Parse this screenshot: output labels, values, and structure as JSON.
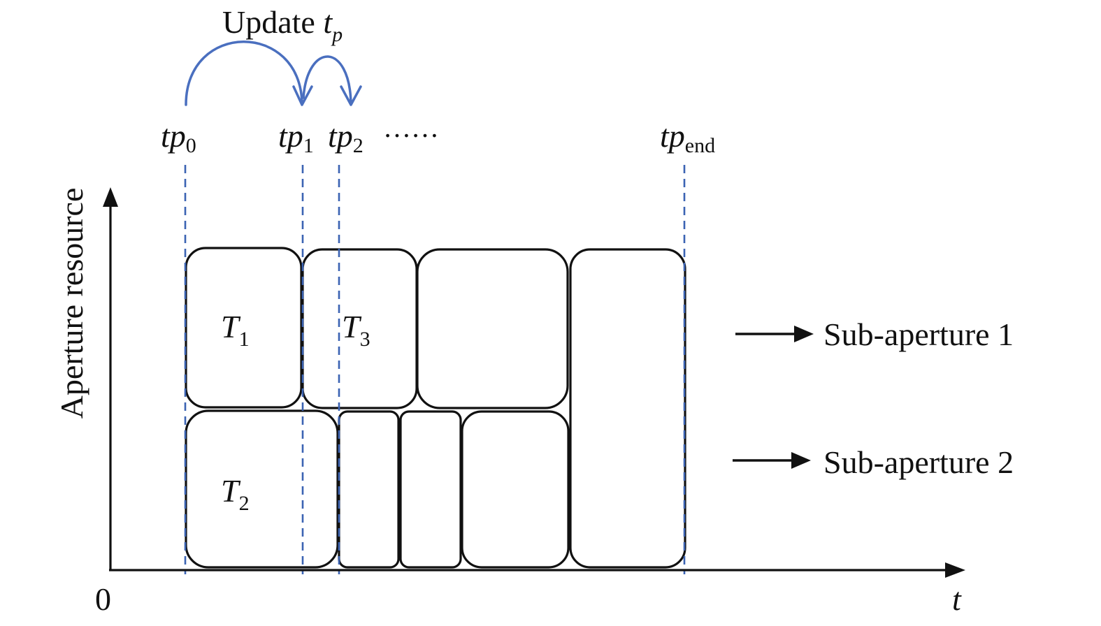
{
  "update_label": {
    "text": "Update ",
    "var": "t",
    "sub": "p"
  },
  "markers": [
    {
      "id": "tp0",
      "base": "tp",
      "sub": "0"
    },
    {
      "id": "tp1",
      "base": "tp",
      "sub": "1"
    },
    {
      "id": "tp2",
      "base": "tp",
      "sub": "2"
    },
    {
      "id": "tpend",
      "base": "tp",
      "sub": "end"
    }
  ],
  "ellipsis": "……",
  "y_axis_label": "Aperture resource",
  "x_axis_label": "t",
  "origin_label": "0",
  "tasks": [
    {
      "id": "T1",
      "base": "T",
      "sub": "1"
    },
    {
      "id": "T2",
      "base": "T",
      "sub": "2"
    },
    {
      "id": "T3",
      "base": "T",
      "sub": "3"
    }
  ],
  "legend": [
    {
      "text": "Sub-aperture 1"
    },
    {
      "text": "Sub-aperture 2"
    }
  ],
  "colors": {
    "marker": "#3b63b3",
    "update_arc": "#4a6fbf",
    "ink": "#111111"
  }
}
